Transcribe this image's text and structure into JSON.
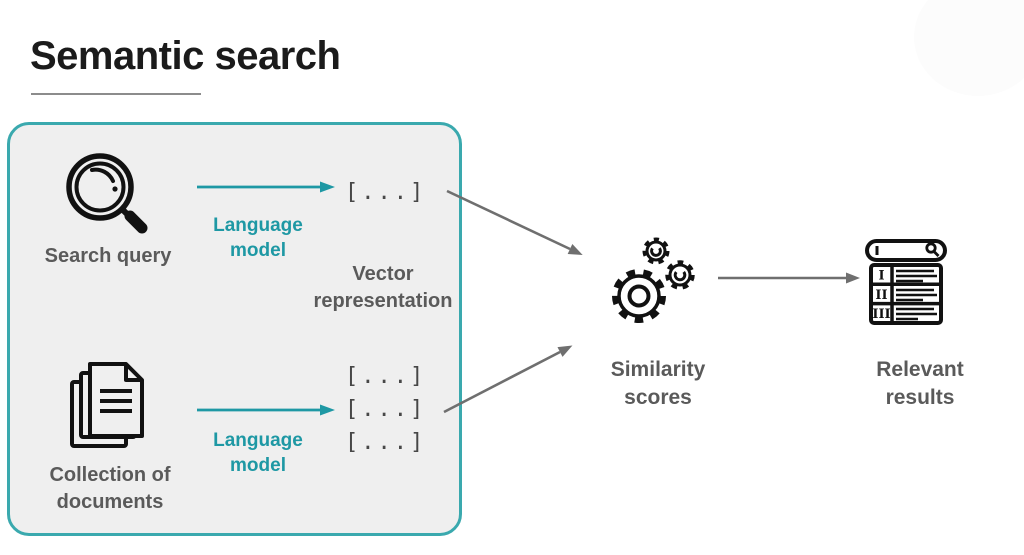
{
  "title": "Semantic search",
  "colors": {
    "accent_teal": "#1e98a4",
    "box_border_teal": "#3aa9ae",
    "box_background": "#efefef",
    "label_gray": "#5a5a5a",
    "icon_black": "#111111",
    "arrow_gray": "#6f6f6f"
  },
  "encoder_box": {
    "query": {
      "icon": "magnifying-glass",
      "label": "Search query"
    },
    "query_encoder_label": "Language model",
    "query_vector_token": "[...]",
    "vector_caption": "Vector representation",
    "documents": {
      "icon": "document-stack",
      "label": "Collection of documents"
    },
    "documents_encoder_label": "Language model",
    "document_vector_tokens": [
      "[...]",
      "[...]",
      "[...]"
    ]
  },
  "similarity": {
    "icon": "gears",
    "label": "Similarity scores"
  },
  "results": {
    "icon": "search-results-list",
    "label": "Relevant results",
    "rank_numerals": [
      "I",
      "II",
      "III"
    ]
  }
}
